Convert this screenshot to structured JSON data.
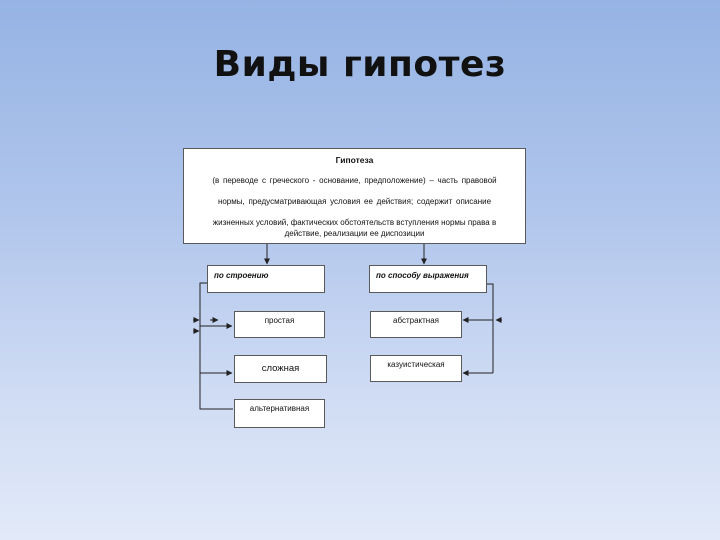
{
  "slide": {
    "title": "Виды гипотез"
  },
  "definition": {
    "heading": "Гипотеза",
    "line1": "(в переводе  с  греческого - основание,  предположение) – часть  правовой",
    "line2": "нормы,  предусматривающая   условия  ее  действия;  содержит  описание",
    "line3": "жизненных условий, фактических обстоятельств вступления нормы права в",
    "line4": "действие, реализации ее диспозиции"
  },
  "by_structure": {
    "label": "по строению",
    "items": [
      "простая",
      "сложная",
      "альтернативная"
    ]
  },
  "by_expression": {
    "label": "по способу выражения",
    "items": [
      "абстрактная",
      "казуистическая"
    ]
  },
  "colors": {
    "line": "#222222",
    "box_border": "#5a5a5a",
    "box_fill": "#ffffff"
  }
}
